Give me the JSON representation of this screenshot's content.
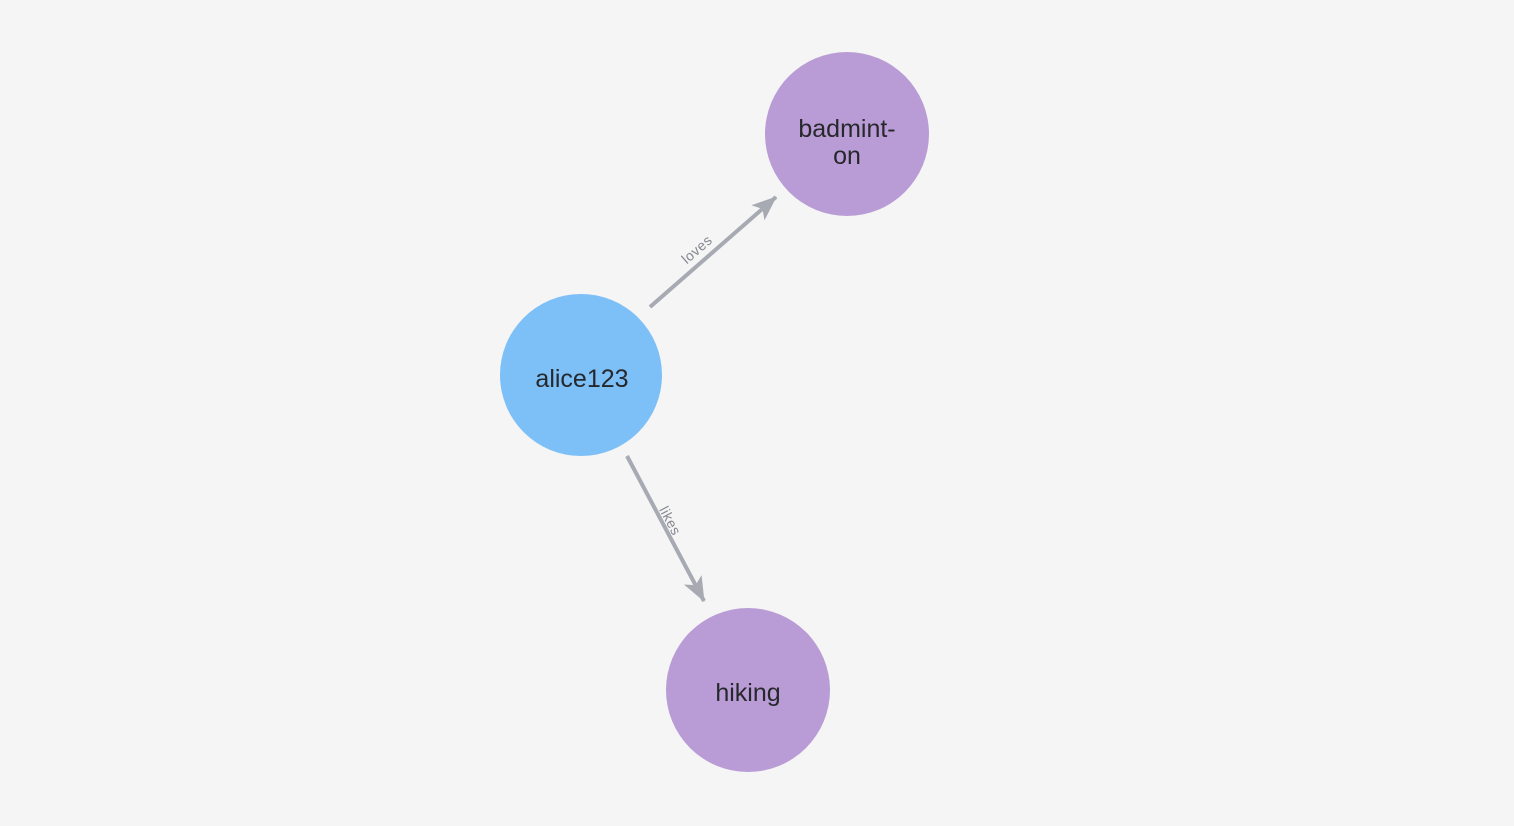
{
  "canvas": {
    "background": "#f4f5f4"
  },
  "graph": {
    "colors": {
      "user_node": "#7dbff7",
      "hobby_node": "#b99cd6",
      "edge": "#a7aab2",
      "edge_label": "#85878f",
      "node_label": "#26282c"
    },
    "nodes": [
      {
        "id": "alice123",
        "label": "alice123",
        "type": "user",
        "color": "#7dbff7"
      },
      {
        "id": "badminton",
        "label": "badminton",
        "display_lines": [
          "badmint-",
          "on"
        ],
        "type": "hobby",
        "color": "#b99cd6"
      },
      {
        "id": "hiking",
        "label": "hiking",
        "type": "hobby",
        "color": "#b99cd6"
      }
    ],
    "edges": [
      {
        "source": "alice123",
        "target": "badminton",
        "label": "loves"
      },
      {
        "source": "alice123",
        "target": "hiking",
        "label": "likes"
      }
    ]
  }
}
